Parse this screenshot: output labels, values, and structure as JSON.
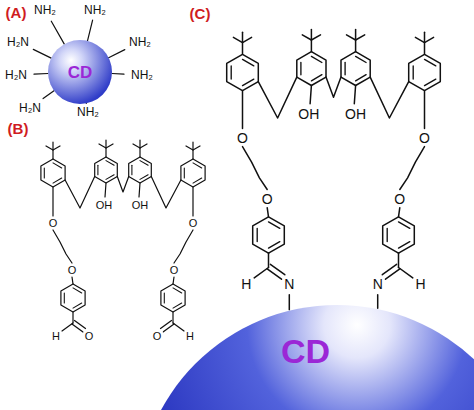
{
  "diagram": {
    "nodes": [
      {
        "text": [
          "CD"
        ]
      },
      {
        "text": [
          "CD"
        ]
      }
    ],
    "labels": [
      "(A)",
      "NH₂",
      "NH₂",
      "H₂N",
      "NH₂",
      "H₂N",
      "NH₂",
      "H₂N",
      "NH₂",
      "(B)",
      "OH",
      "OH",
      "O",
      "O",
      "O",
      "O",
      "H",
      "O",
      "O",
      "H",
      "(C)",
      "OH",
      "OH",
      "O",
      "O",
      "O",
      "O",
      "H",
      "N",
      "N",
      "H"
    ]
  }
}
